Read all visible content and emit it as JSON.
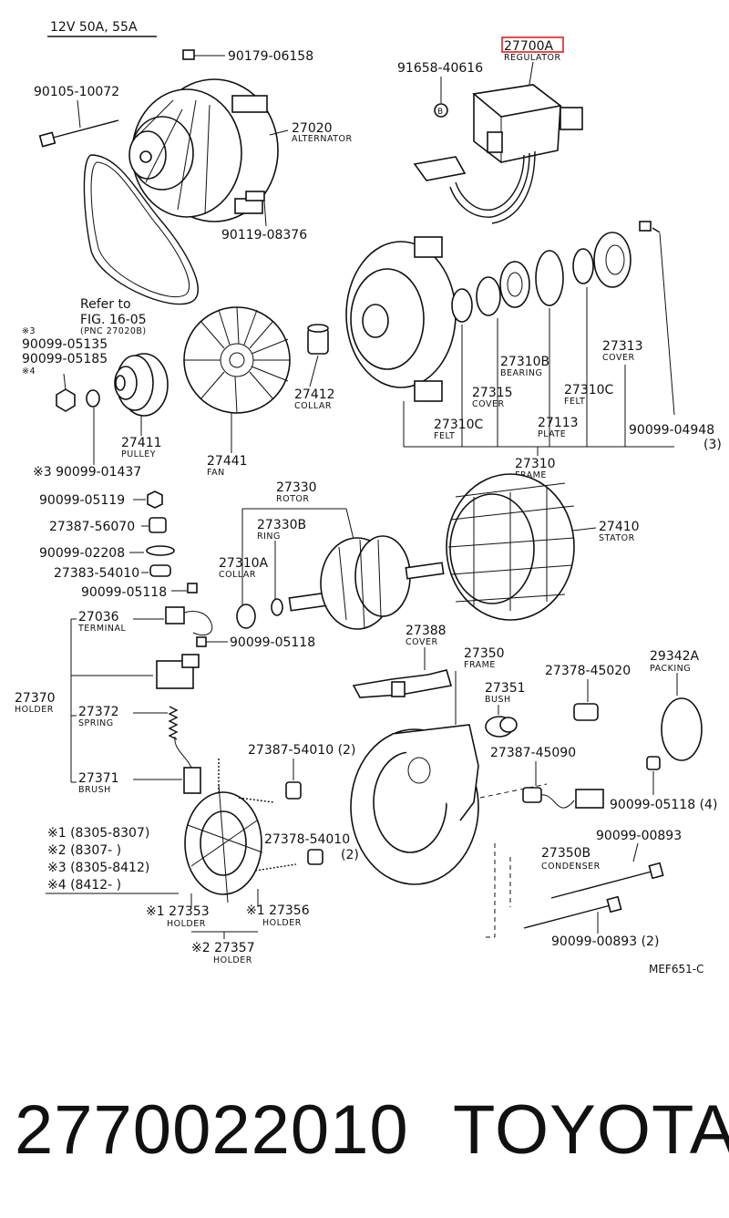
{
  "header": {
    "spec": "12V 50A, 55A"
  },
  "highlight_color": "#e02020",
  "labels": {
    "p90179": "90179-06158",
    "p90105": "90105-10072",
    "p27700a": "27700A",
    "regulator": "REGULATOR",
    "p91658": "91658-40616",
    "p27020": "27020",
    "alternator": "ALTERNATOR",
    "p90119": "90119-08376",
    "refer1": "Refer to",
    "refer2": "FIG. 16-05",
    "refer3": "(PNC 27020B)",
    "m3a": "※3",
    "p90099_05135": "90099-05135",
    "p90099_05185": "90099-05185",
    "m4a": "※4",
    "p27412": "27412",
    "collar": "COLLAR",
    "p27411": "27411",
    "pulley": "PULLEY",
    "p27441": "27441",
    "fan": "FAN",
    "p90099_01437": "※3 90099-01437",
    "p27313": "27313",
    "cover1": "COVER",
    "p27310b": "27310B",
    "bearing": "BEARING",
    "p27315": "27315",
    "cover2": "COVER",
    "p27310c_r": "27310C",
    "felt_r": "FELT",
    "p27310c_l": "27310C",
    "felt_l": "FELT",
    "p27113": "27113",
    "plate": "PLATE",
    "p90099_04948": "90099-04948",
    "qty3": "(3)",
    "p27310": "27310",
    "frame1": "FRAME",
    "p90099_05119": "90099-05119",
    "p27387_56070": "27387-56070",
    "p90099_02208": "90099-02208",
    "p27383_54010": "27383-54010",
    "p90099_05118a": "90099-05118",
    "p27330": "27330",
    "rotor": "ROTOR",
    "p27330b": "27330B",
    "ring": "RING",
    "p27310a": "27310A",
    "collar2": "COLLAR",
    "p27410": "27410",
    "stator": "STATOR",
    "p27036": "27036",
    "terminal": "TERMINAL",
    "p90099_05118b": "90099-05118",
    "p27388": "27388",
    "cover3": "COVER",
    "p27350": "27350",
    "frame2": "FRAME",
    "p27378_45020": "27378-45020",
    "p29342a": "29342A",
    "packing": "PACKING",
    "p27351": "27351",
    "bush": "BUSH",
    "p27370": "27370",
    "holder1": "HOLDER",
    "p27372": "27372",
    "spring": "SPRING",
    "p27387_54010": "27387-54010 (2)",
    "p27387_45090": "27387-45090",
    "p90099_05118c": "90099-05118 (4)",
    "p27371": "27371",
    "brush": "BRUSH",
    "p90099_00893a": "90099-00893",
    "m1": "※1 (8305-8307)",
    "m2": "※2 (8307-        )",
    "m3": "※3 (8305-8412)",
    "m4": "※4 (8412-        )",
    "p27378_54010": "27378-54010",
    "qty2a": "(2)",
    "p27350b": "27350B",
    "condenser": "CONDENSER",
    "p27353": "※1 27353",
    "holder2": "HOLDER",
    "p27356": "※1 27356",
    "holder3": "HOLDER",
    "p90099_00893b": "90099-00893  (2)",
    "p27357": "※2 27357",
    "holder4": "HOLDER",
    "ref_code": "MEF651-C"
  },
  "footer": {
    "part_number": "2770022010",
    "brand": "TOYOTA"
  }
}
